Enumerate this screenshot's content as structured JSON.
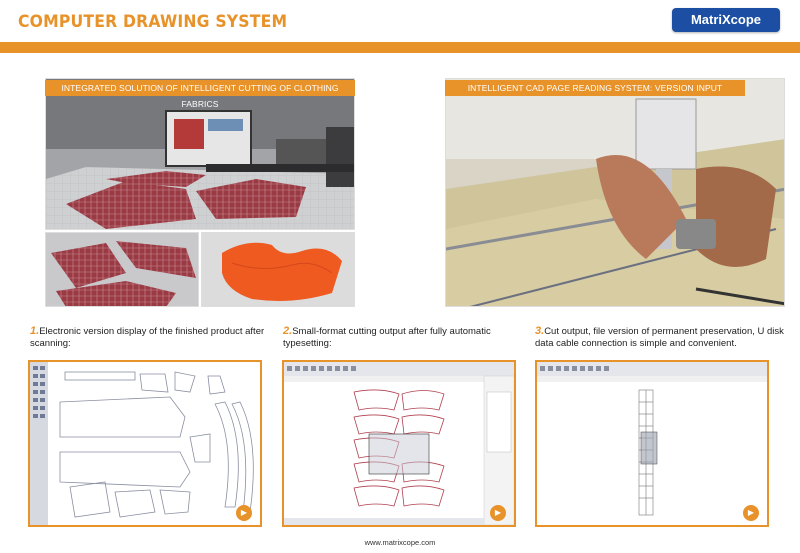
{
  "header": {
    "title": "COMPUTER DRAWING SYSTEM",
    "logo": "MatriXcope"
  },
  "sections": {
    "left_caption": "INTEGRATED SOLUTION OF INTELLIGENT CUTTING OF CLOTHING FABRICS",
    "right_caption": "INTELLIGENT CAD PAGE READING SYSTEM: VERSION INPUT"
  },
  "steps": [
    {
      "num": "1.",
      "text": "Electronic version display of the finished product after scanning:"
    },
    {
      "num": "2.",
      "text": "Small-format cutting output after fully automatic typesetting:"
    },
    {
      "num": "3.",
      "text": "Cut output, file version of permanent preservation, U disk data cable connection is simple and convenient."
    }
  ],
  "panels": {
    "play_icon": "play-icon"
  },
  "footer": {
    "url": "www.matrixcope.com"
  },
  "colors": {
    "accent": "#e8922a",
    "logo_bg": "#1c4fa3"
  }
}
